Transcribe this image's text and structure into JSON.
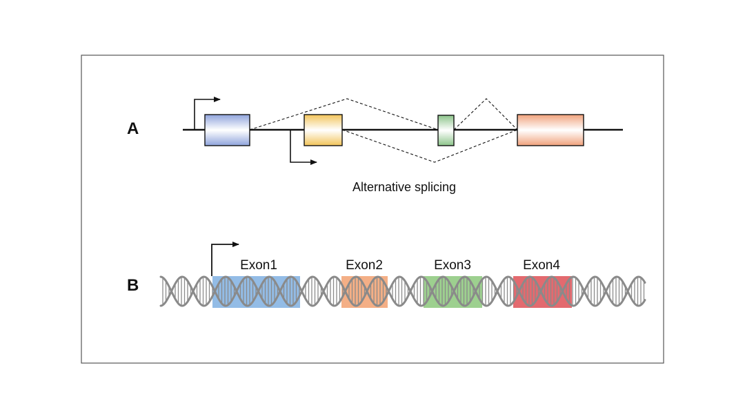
{
  "panel_a": {
    "label": "A",
    "caption": "Alternative splicing",
    "exons": [
      {
        "id": "exon-a1",
        "color": "#8fa4dc"
      },
      {
        "id": "exon-a2",
        "color": "#f2c45a"
      },
      {
        "id": "exon-a3",
        "color": "#8cc48a"
      },
      {
        "id": "exon-a4",
        "color": "#f0a27c"
      }
    ],
    "splice_connections": [
      {
        "from": 1,
        "to": 3
      },
      {
        "from": 2,
        "to": 4
      },
      {
        "from": 3,
        "to": 4
      }
    ],
    "promoters": 2
  },
  "panel_b": {
    "label": "B",
    "exons": [
      {
        "label": "Exon1",
        "color": "#6fa6de"
      },
      {
        "label": "Exon2",
        "color": "#f0945e"
      },
      {
        "label": "Exon3",
        "color": "#7cc06a"
      },
      {
        "label": "Exon4",
        "color": "#d9383f"
      }
    ]
  },
  "colors": {
    "line": "#111111",
    "dna_strand": "#8a8a8a",
    "frame": "#555555"
  }
}
